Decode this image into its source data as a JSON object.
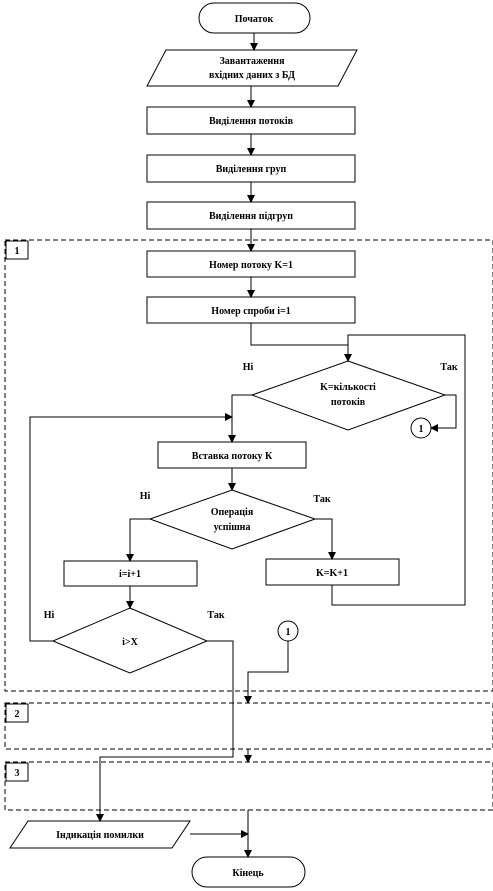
{
  "nodes": {
    "start": "Початок",
    "load_line1": "Завантаження",
    "load_line2": "вхідних  даних  з БД",
    "threads": "Виділення  потоків",
    "groups": "Виділення  груп",
    "subgroups": "Виділення  підгруп",
    "thread_num": "Номер потоку K=1",
    "attempt_num": "Номер спроби i=1",
    "cond1_line1": "K=кількості",
    "cond1_line2": "потоків",
    "insert": "Вставка  потоку К",
    "cond2_line1": "Операція",
    "cond2_line2": "успішна",
    "inc_i": "i=i+1",
    "inc_k": "K=K+1",
    "cond3": "i>X",
    "error": "Індикація  помилки",
    "end": "Кінець"
  },
  "labels": {
    "no": "Ні",
    "yes": "Так",
    "connector": "1"
  },
  "blocks": {
    "b1": "1",
    "b2": "2",
    "b3": "3"
  }
}
